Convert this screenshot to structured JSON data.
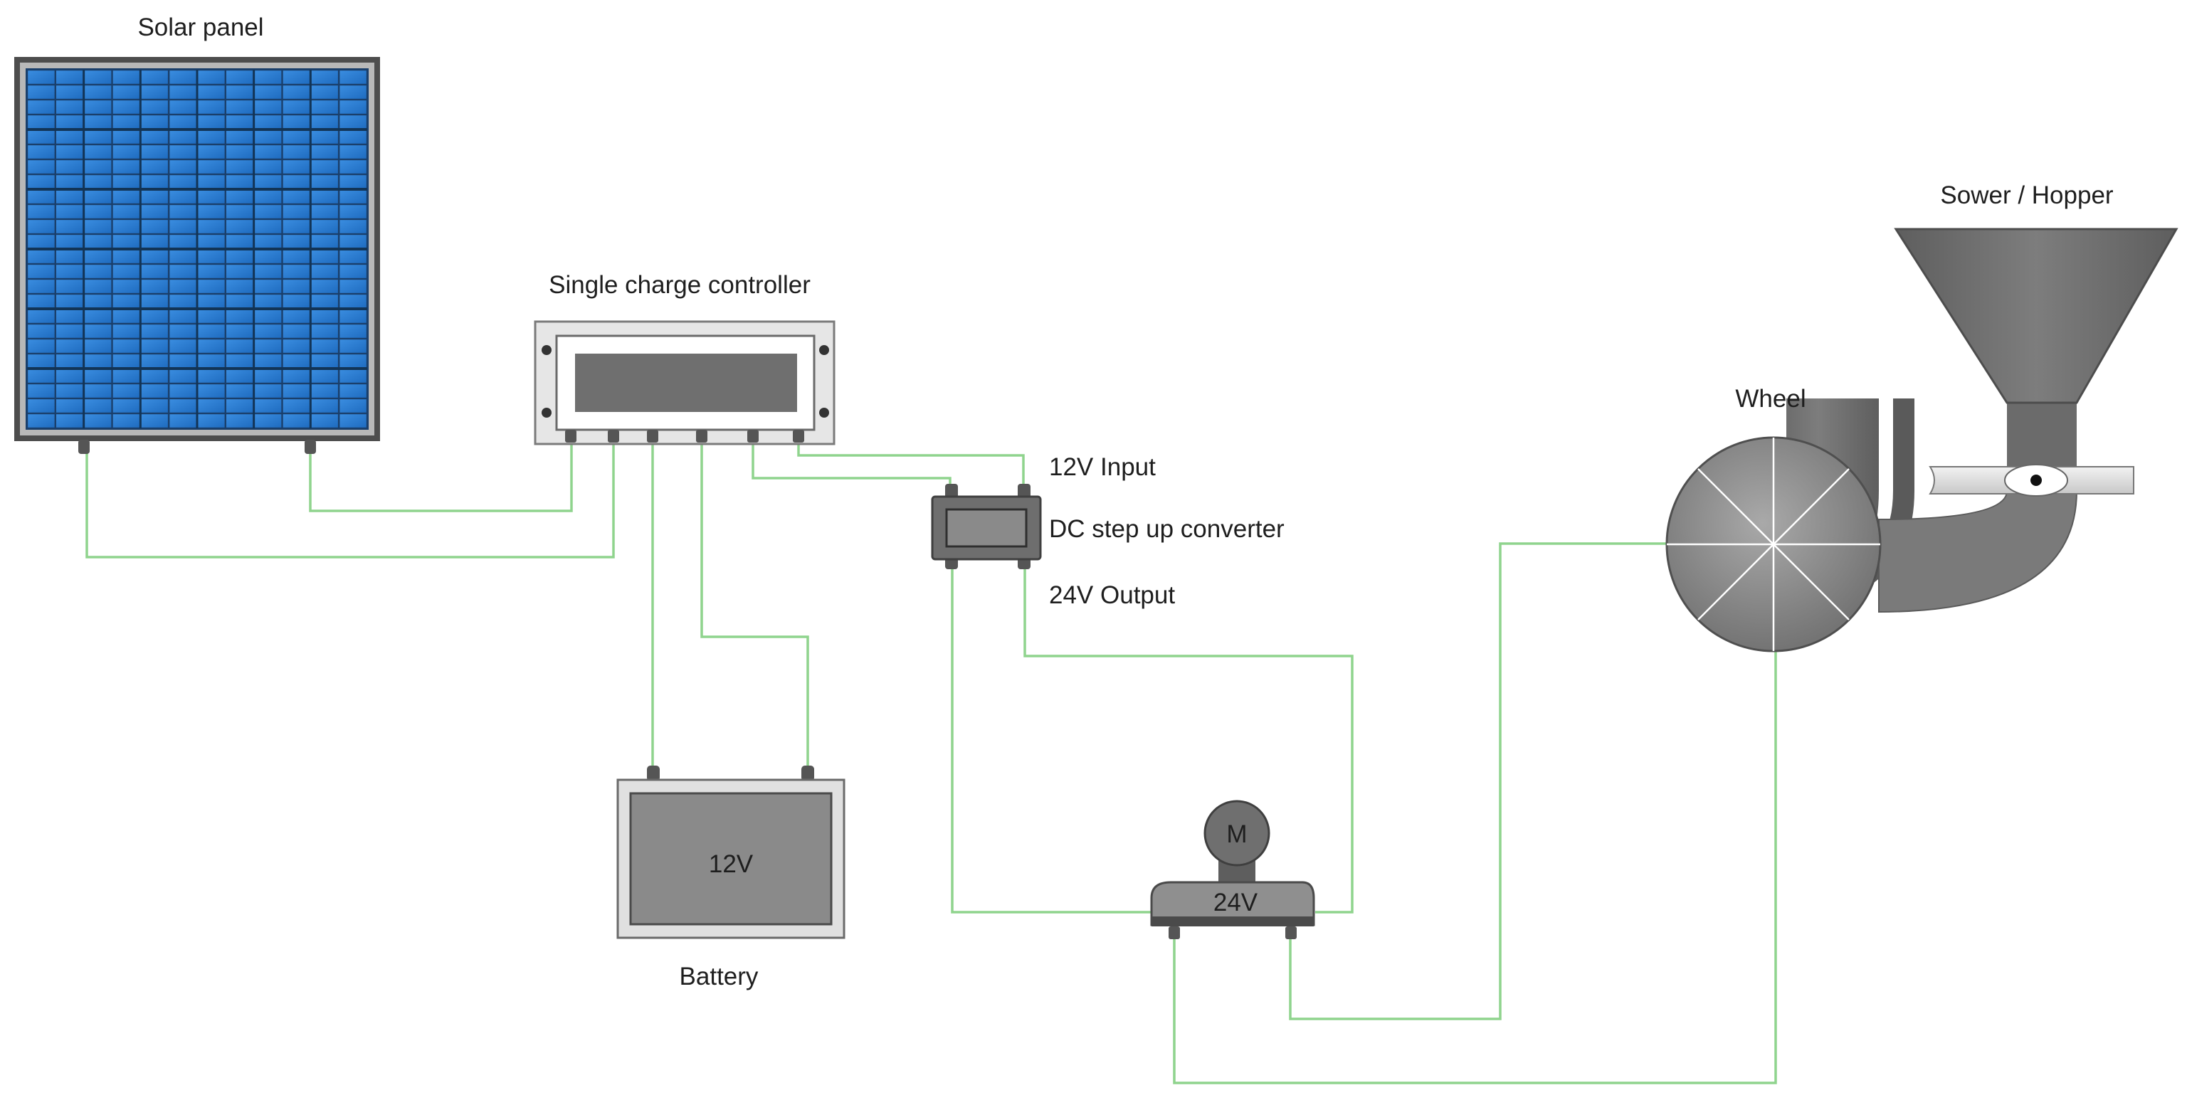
{
  "labels": {
    "solar_panel": "Solar panel",
    "charge_controller": "Single charge controller",
    "input_12v": "12V Input",
    "converter": "DC step up converter",
    "output_24v": "24V Output",
    "battery_voltage": "12V",
    "battery": "Battery",
    "motor_symbol": "M",
    "motor_voltage": "24V",
    "wheel": "Wheel",
    "hopper": "Sower / Hopper"
  },
  "colors": {
    "wire": "#8fd48d",
    "panel_cell": "#2f7fd0",
    "panel_frame": "#555555",
    "device_dark": "#6b6b6b",
    "device_mid": "#8c8c8c",
    "device_light": "#d9d9d9",
    "text": "#1e1e1e"
  },
  "icons": {
    "solar_panel": "solar-panel-icon",
    "charge_controller": "charge-controller-icon",
    "converter": "dc-converter-icon",
    "battery": "battery-icon",
    "motor": "motor-icon",
    "wheel": "wheel-icon",
    "hopper": "hopper-icon"
  }
}
